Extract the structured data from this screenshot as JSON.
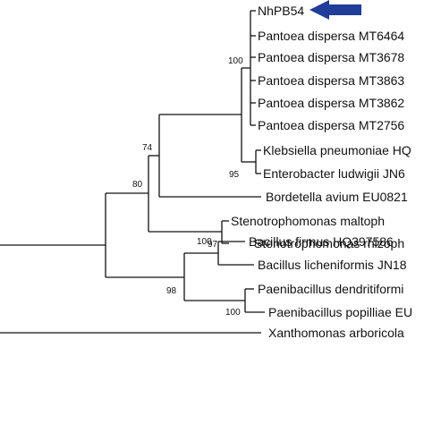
{
  "tree": {
    "taxa": [
      {
        "label": "NhPB54"
      },
      {
        "label": "Pantoea dispersa MT6464"
      },
      {
        "label": "Pantoea dispersa MT3678"
      },
      {
        "label": "Pantoea dispersa MT3863"
      },
      {
        "label": "Pantoea dispersa MT3862"
      },
      {
        "label": "Pantoea dispersa MT2756"
      },
      {
        "label": "Klebsiella pneumoniae HQ"
      },
      {
        "label": "Enterobacter ludwigii JN6"
      },
      {
        "label": "Bordetella avium EU0821"
      },
      {
        "label": "Stenotrophomonas maltoph"
      },
      {
        "label": "Stenotrophomonas rhizoph"
      },
      {
        "label": "Bacillus firmus HQ397586"
      },
      {
        "label": "Bacillus licheniformis JN18"
      },
      {
        "label": "Paenibacillus dendritiformi"
      },
      {
        "label": "Paenibacillus popilliae EU"
      },
      {
        "label": "Xanthomonas arboricola"
      }
    ],
    "bootstrap": {
      "pantoea_clade": "100",
      "enterobacteriaceae": "95",
      "gamma_beta": "74",
      "proteobacteria": "80",
      "stenotrophomonas": "97",
      "bacillus": "100",
      "firmicutes": "98",
      "paenibacillus": "100"
    },
    "highlight": {
      "taxon_index": 0,
      "arrow_color": "#1f3d99"
    },
    "line_color": "#111111"
  }
}
